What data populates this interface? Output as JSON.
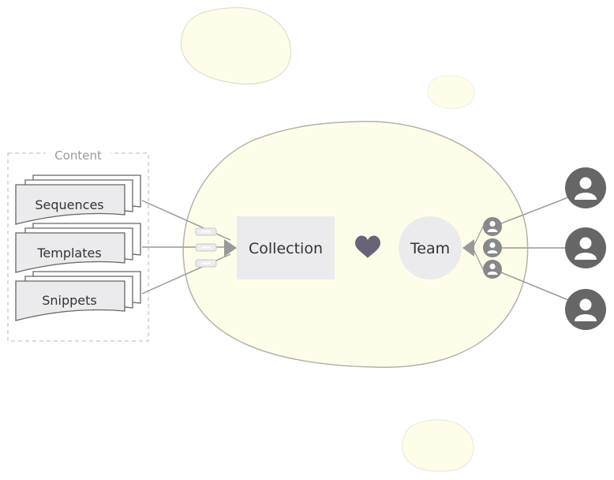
{
  "content_group": {
    "title": "Content",
    "items": [
      {
        "label": "Sequences"
      },
      {
        "label": "Templates"
      },
      {
        "label": "Snippets"
      }
    ]
  },
  "collection": {
    "label": "Collection"
  },
  "team": {
    "label": "Team"
  },
  "members": {
    "count": 3
  },
  "colors": {
    "blob_fill": "#fdfde9",
    "blob_stroke": "#b3b3aa",
    "panel_fill": "#ebebee",
    "heart": "#6a6378",
    "person_fill": "#666666",
    "connector": "#999999",
    "group_border": "#b8b8b8"
  },
  "icons": [
    "document-stack-icon",
    "link-icon",
    "heart-icon",
    "person-icon"
  ]
}
